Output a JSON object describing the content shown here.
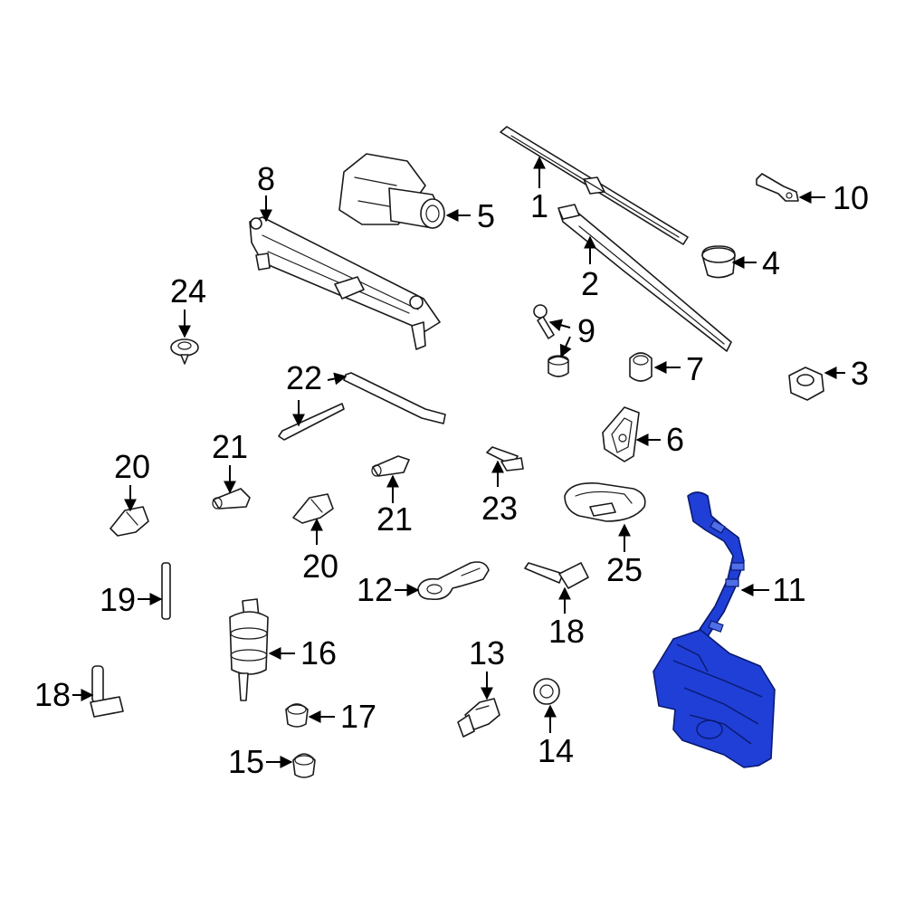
{
  "colors": {
    "highlight": "#1f3fd6",
    "line": "#1a1a1a",
    "background": "#ffffff"
  },
  "callouts": {
    "c1": "1",
    "c2": "2",
    "c3": "3",
    "c4": "4",
    "c5": "5",
    "c6": "6",
    "c7": "7",
    "c8": "8",
    "c9": "9",
    "c10": "10",
    "c11": "11",
    "c12": "12",
    "c13": "13",
    "c14": "14",
    "c15": "15",
    "c16": "16",
    "c17": "17",
    "c18a": "18",
    "c18b": "18",
    "c19": "19",
    "c20a": "20",
    "c20b": "20",
    "c21a": "21",
    "c21b": "21",
    "c22": "22",
    "c23": "23",
    "c24": "24",
    "c25": "25"
  },
  "highlighted_part": "11"
}
